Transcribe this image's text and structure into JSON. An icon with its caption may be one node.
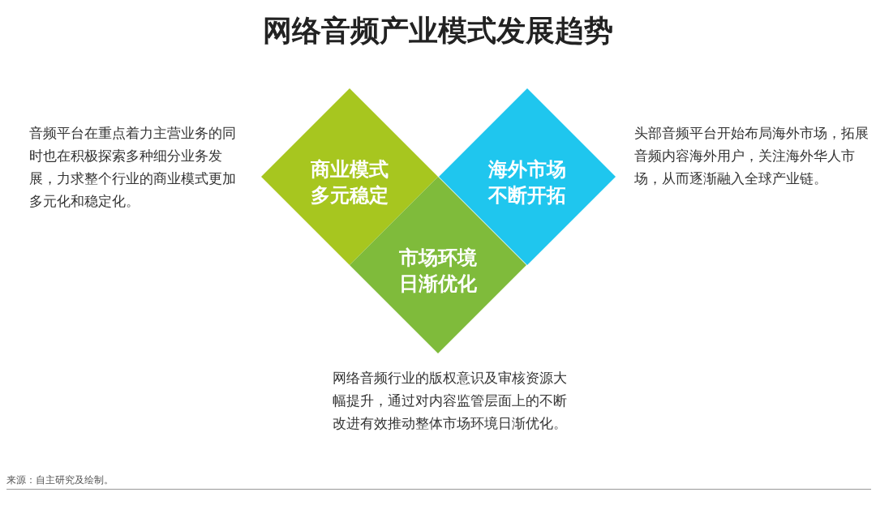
{
  "diagram": {
    "title": "网络音频产业模式发展趋势",
    "nodes": [
      {
        "text": [
          "商业模式多元稳定"
        ]
      },
      {
        "text": [
          "海外市场不断开拓"
        ]
      },
      {
        "text": [
          "市场环境日渐优化"
        ]
      }
    ],
    "edges": [],
    "labels": [
      "音频平台在重点着力主营业务的同时也在积极探索多种细分业务发展，力求整个行业的商业模式更加多元化和稳定化。",
      "头部音频平台开始布局海外市场，拓展音频内容海外用户，关注海外华人市场，从而逐渐融入全球产业链。",
      "网络音频行业的版权意识及审核资源大幅提升，通过对内容监管层面上的不断改进有效推动整体市场环境日渐优化。",
      "来源：自主研究及绘制。"
    ]
  }
}
